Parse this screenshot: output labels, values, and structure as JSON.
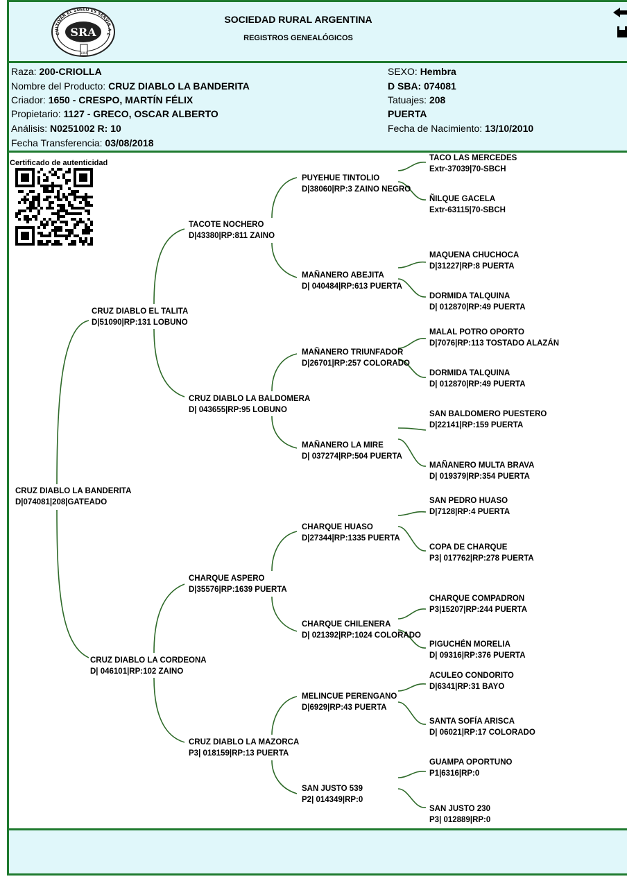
{
  "header": {
    "org": "SOCIEDAD RURAL ARGENTINA",
    "subtitle": "REGISTROS GENEALÓGICOS",
    "logo_text": "SRA",
    "logo_ring": "CULTIVAR EL SUELO ES SERVIR A LA PATRIA",
    "logo_year": "1866"
  },
  "info": {
    "raza": {
      "label": "Raza:",
      "value": "200-CRIOLLA"
    },
    "producto": {
      "label": "Nombre del Producto:",
      "value": "CRUZ DIABLO LA BANDERITA"
    },
    "criador": {
      "label": "Criador:",
      "value": "1650 - CRESPO, MARTÍN FÉLIX"
    },
    "propietario": {
      "label": "Propietario:",
      "value": "1127 - GRECO, OSCAR ALBERTO"
    },
    "analisis": {
      "label": "Análisis:",
      "value": "N0251002 R: 10"
    },
    "transferencia": {
      "label": "Fecha Transferencia:",
      "value": "03/08/2018"
    },
    "sexo": {
      "label": "SEXO:",
      "value": "Hembra"
    },
    "dsba": "D SBA: 074081",
    "tatuajes": {
      "label": "Tatuajes:",
      "value": "208"
    },
    "pelaje": "PUERTA",
    "nacimiento": {
      "label": "Fecha de Nacimiento:",
      "value": "13/10/2010"
    }
  },
  "certificate_label": "Certificado de autenticidad",
  "colors": {
    "accent": "#1e7a2e",
    "panel": "#e0f7fa",
    "line": "#2f6b2a"
  },
  "pedigree": [
    {
      "name": "CRUZ DIABLO LA BANDERITA",
      "reg": "D|074081|208|GATEADO"
    },
    {
      "name": "CRUZ DIABLO EL TALITA",
      "reg": "D|51090|RP:131 LOBUNO"
    },
    {
      "name": "CRUZ DIABLO LA CORDEONA",
      "reg": "D| 046101|RP:102 ZAINO"
    },
    {
      "name": "TACOTE NOCHERO",
      "reg": "D|43380|RP:811 ZAINO"
    },
    {
      "name": "CRUZ DIABLO LA BALDOMERA",
      "reg": "D| 043655|RP:95 LOBUNO"
    },
    {
      "name": "CHARQUE ASPERO",
      "reg": "D|35576|RP:1639 PUERTA"
    },
    {
      "name": "CRUZ DIABLO LA MAZORCA",
      "reg": "P3| 018159|RP:13 PUERTA"
    },
    {
      "name": "PUYEHUE TINTOLIO",
      "reg": "D|38060|RP:3 ZAINO NEGRO"
    },
    {
      "name": "MAÑANERO ABEJITA",
      "reg": "D| 040484|RP:613 PUERTA"
    },
    {
      "name": "MAÑANERO TRIUNFADOR",
      "reg": "D|26701|RP:257 COLORADO"
    },
    {
      "name": "MAÑANERO LA MIRE",
      "reg": "D| 037274|RP:504 PUERTA"
    },
    {
      "name": "CHARQUE HUASO",
      "reg": "D|27344|RP:1335 PUERTA"
    },
    {
      "name": "CHARQUE CHILENERA",
      "reg": "D| 021392|RP:1024 COLORADO"
    },
    {
      "name": "MELINCUE PERENGANO",
      "reg": "D|6929|RP:43 PUERTA"
    },
    {
      "name": "SAN JUSTO 539",
      "reg": "P2| 014349|RP:0"
    },
    {
      "name": "TACO LAS MERCEDES",
      "reg": "Extr-37039|70-SBCH"
    },
    {
      "name": "ÑILQUE GACELA",
      "reg": "Extr-63115|70-SBCH"
    },
    {
      "name": "MAQUENA CHUCHOCA",
      "reg": "D|31227|RP:8 PUERTA"
    },
    {
      "name": "DORMIDA TALQUINA",
      "reg": "D| 012870|RP:49 PUERTA"
    },
    {
      "name": "MALAL POTRO OPORTO",
      "reg": "D|7076|RP:113 TOSTADO ALAZÁN"
    },
    {
      "name": "DORMIDA TALQUINA",
      "reg": "D| 012870|RP:49 PUERTA"
    },
    {
      "name": "SAN BALDOMERO PUESTERO",
      "reg": "D|22141|RP:159 PUERTA"
    },
    {
      "name": "MAÑANERO MULTA BRAVA",
      "reg": "D| 019379|RP:354 PUERTA"
    },
    {
      "name": "SAN PEDRO HUASO",
      "reg": "D|7128|RP:4 PUERTA"
    },
    {
      "name": "COPA DE CHARQUE",
      "reg": "P3| 017762|RP:278 PUERTA"
    },
    {
      "name": "CHARQUE COMPADRON",
      "reg": "P3|15207|RP:244 PUERTA"
    },
    {
      "name": "PIGUCHÉN MORELIA",
      "reg": "D| 09316|RP:376 PUERTA"
    },
    {
      "name": "ACULEO CONDORITO",
      "reg": "D|6341|RP:31 BAYO"
    },
    {
      "name": "SANTA SOFÍA ARISCA",
      "reg": "D| 06021|RP:17 COLORADO"
    },
    {
      "name": "GUAMPA OPORTUNO",
      "reg": "P1|6316|RP:0"
    },
    {
      "name": "SAN JUSTO 230",
      "reg": "P3| 012889|RP:0"
    }
  ]
}
